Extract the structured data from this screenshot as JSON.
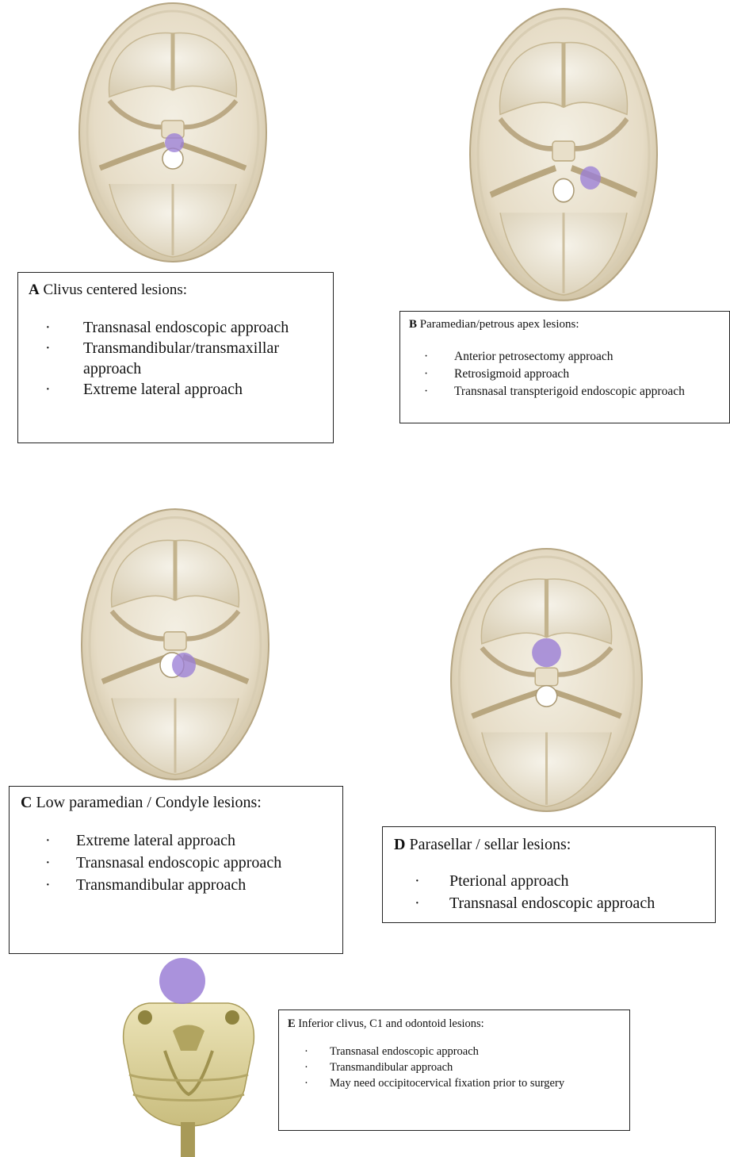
{
  "colors": {
    "bone_light": "#f1ecdf",
    "bone_mid": "#e2d7bf",
    "bone_shadow": "#c5b694",
    "lesion_purple": "#9b7fd6",
    "spine_yellow": "#dcd39a"
  },
  "panels": [
    {
      "letter": "A",
      "title": "Clivus centered lesions:",
      "items": [
        "Transnasal endoscopic approach",
        "Transmandibular/transmaxillar approach",
        "Extreme lateral approach"
      ]
    },
    {
      "letter": "B",
      "title": "Paramedian/petrous apex lesions:",
      "items": [
        "Anterior petrosectomy approach",
        "Retrosigmoid approach",
        "Transnasal transpterigoid endoscopic approach"
      ]
    },
    {
      "letter": "C",
      "title": "Low paramedian / Condyle lesions:",
      "items": [
        "Extreme lateral approach",
        "Transnasal endoscopic approach",
        "Transmandibular approach"
      ]
    },
    {
      "letter": "D",
      "title": "Parasellar / sellar lesions:",
      "items": [
        "Pterional approach",
        "Transnasal endoscopic approach"
      ]
    },
    {
      "letter": "E",
      "title": "Inferior clivus, C1 and odontoid lesions:",
      "items": [
        "Transnasal endoscopic approach",
        "Transmandibular approach",
        "May need occipitocervical fixation prior to surgery"
      ]
    }
  ],
  "bullet": "·"
}
